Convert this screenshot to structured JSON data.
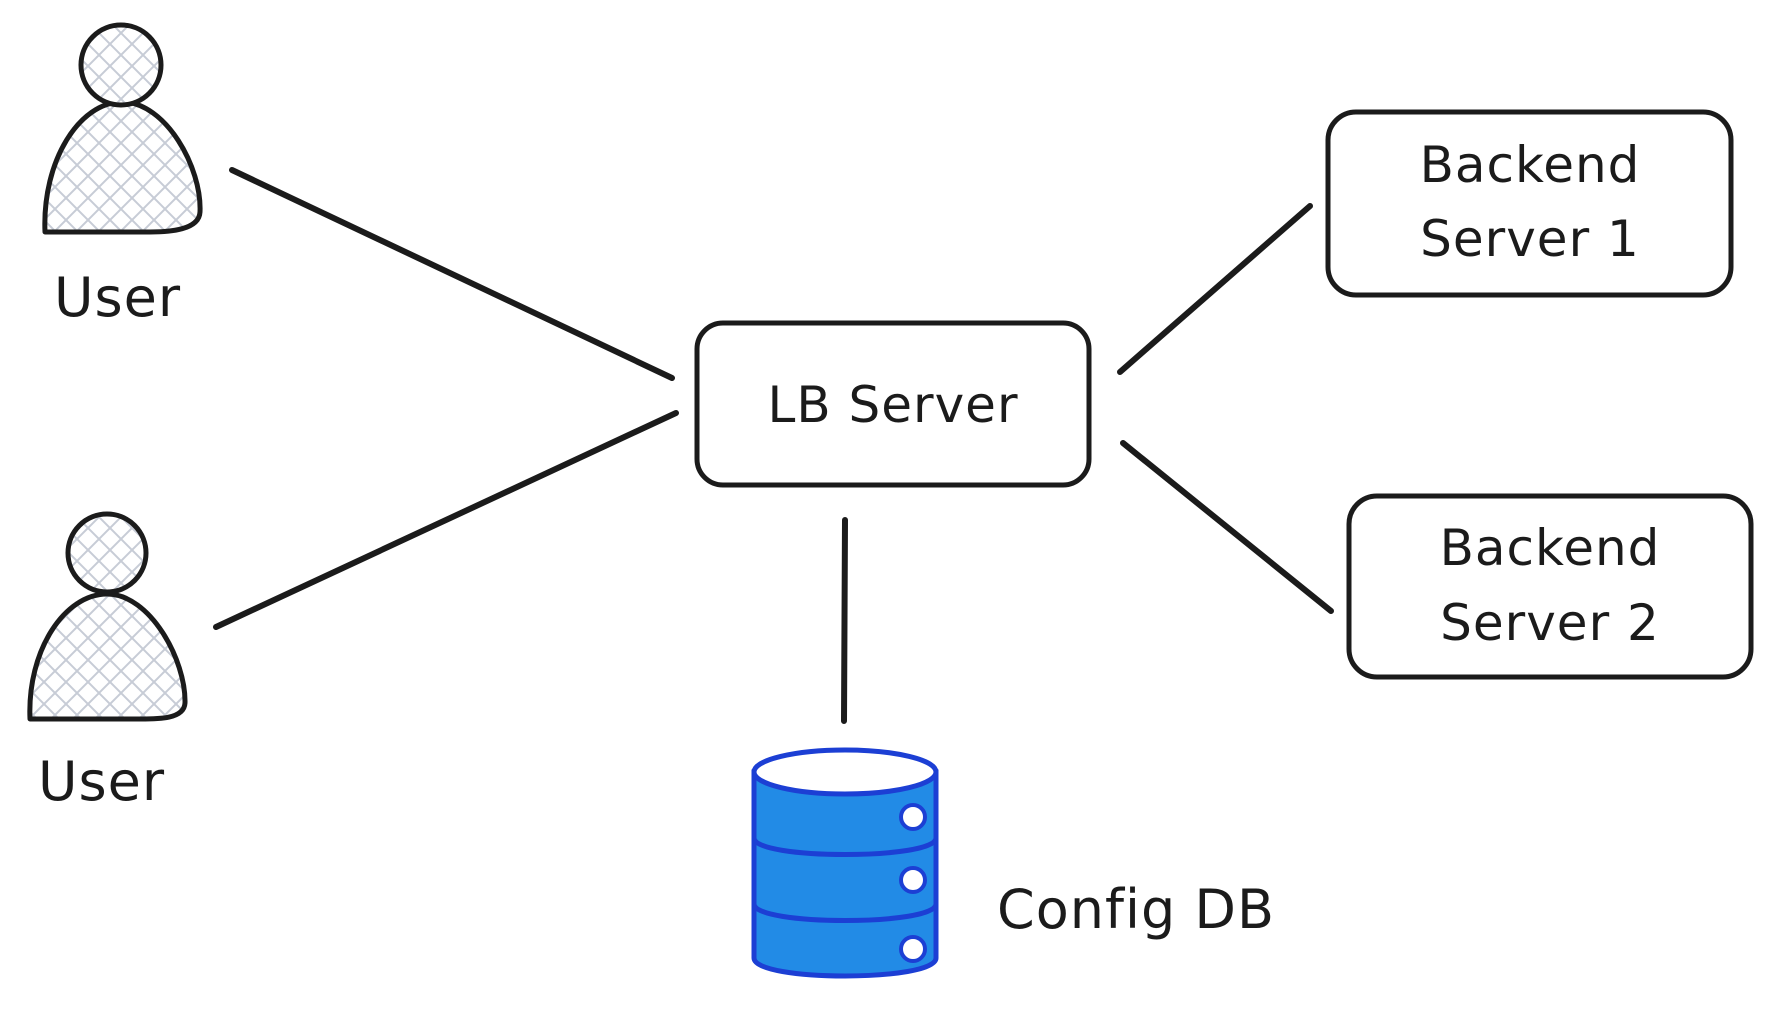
{
  "diagram": {
    "users": [
      {
        "label": "User"
      },
      {
        "label": "User"
      }
    ],
    "load_balancer": {
      "label": "LB Server"
    },
    "backends": [
      {
        "line1": "Backend",
        "line2": "Server 1"
      },
      {
        "line1": "Backend",
        "line2": "Server 2"
      }
    ],
    "database": {
      "label": "Config DB",
      "color": "#228be6",
      "outline_color": "#1c3fd4"
    },
    "connections": [
      {
        "from": "User",
        "to": "LB Server"
      },
      {
        "from": "User",
        "to": "LB Server"
      },
      {
        "from": "LB Server",
        "to": "Backend Server 1"
      },
      {
        "from": "LB Server",
        "to": "Backend Server 2"
      },
      {
        "from": "LB Server",
        "to": "Config DB"
      }
    ]
  },
  "colors": {
    "ink": "#1b1b1b",
    "user_hatch": "#c7ccd6",
    "db_fill": "#228be6",
    "db_stroke": "#1c3fd4"
  }
}
